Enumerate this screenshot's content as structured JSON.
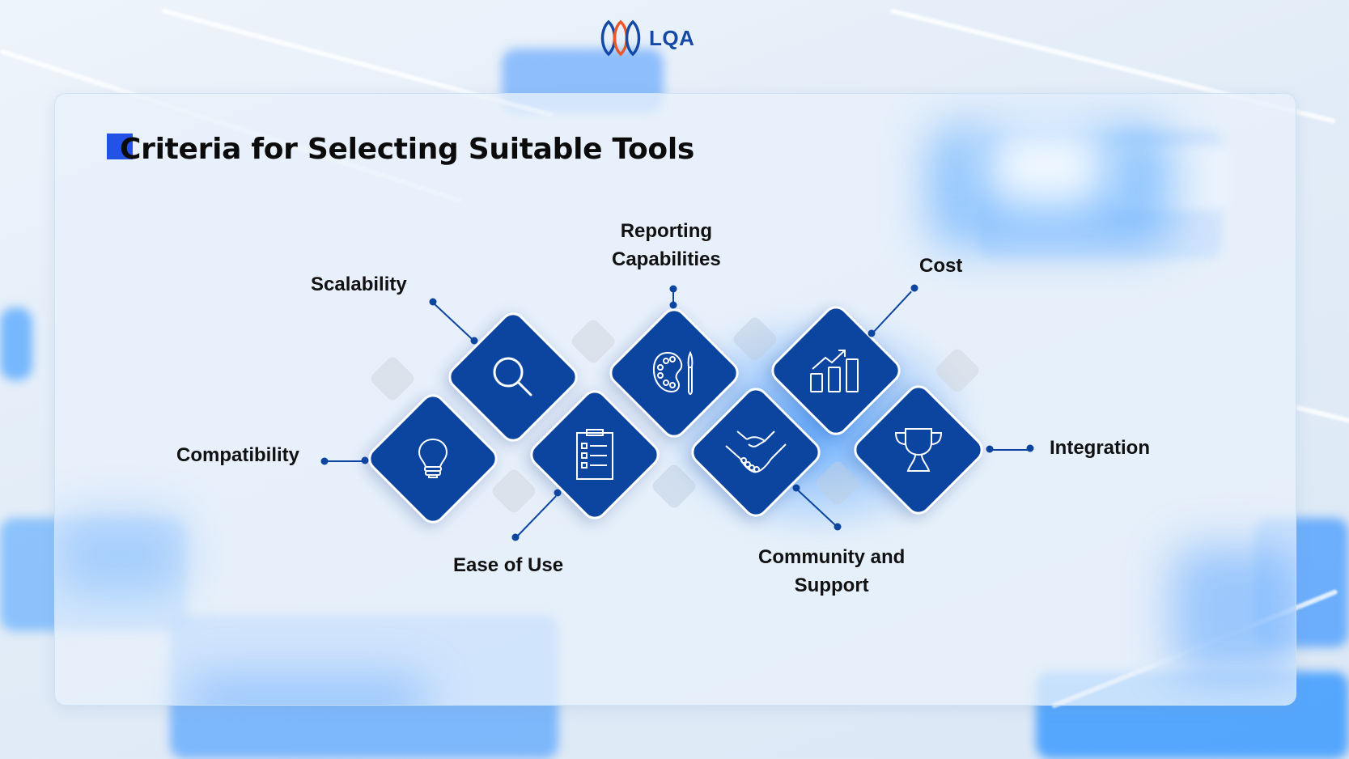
{
  "brand": {
    "logo_text": "LQA",
    "colors": {
      "primary": "#0b45a0",
      "accent_orange": "#e8582a",
      "title_square": "#2353e6"
    }
  },
  "slide": {
    "title": "Criteria for Selecting Suitable Tools",
    "criteria": [
      {
        "label": "Compatibility",
        "icon": "lightbulb-icon"
      },
      {
        "label": "Scalability",
        "icon": "magnifier-icon"
      },
      {
        "label": "Ease of Use",
        "icon": "clipboard-checklist-icon"
      },
      {
        "label": "Reporting Capabilities",
        "label_line1": "Reporting",
        "label_line2": "Capabilities",
        "icon": "palette-brush-icon"
      },
      {
        "label": "Community and Support",
        "label_line1": "Community and",
        "label_line2": "Support",
        "icon": "handshake-icon"
      },
      {
        "label": "Cost",
        "icon": "growth-chart-icon"
      },
      {
        "label": "Integration",
        "icon": "trophy-icon"
      }
    ]
  }
}
